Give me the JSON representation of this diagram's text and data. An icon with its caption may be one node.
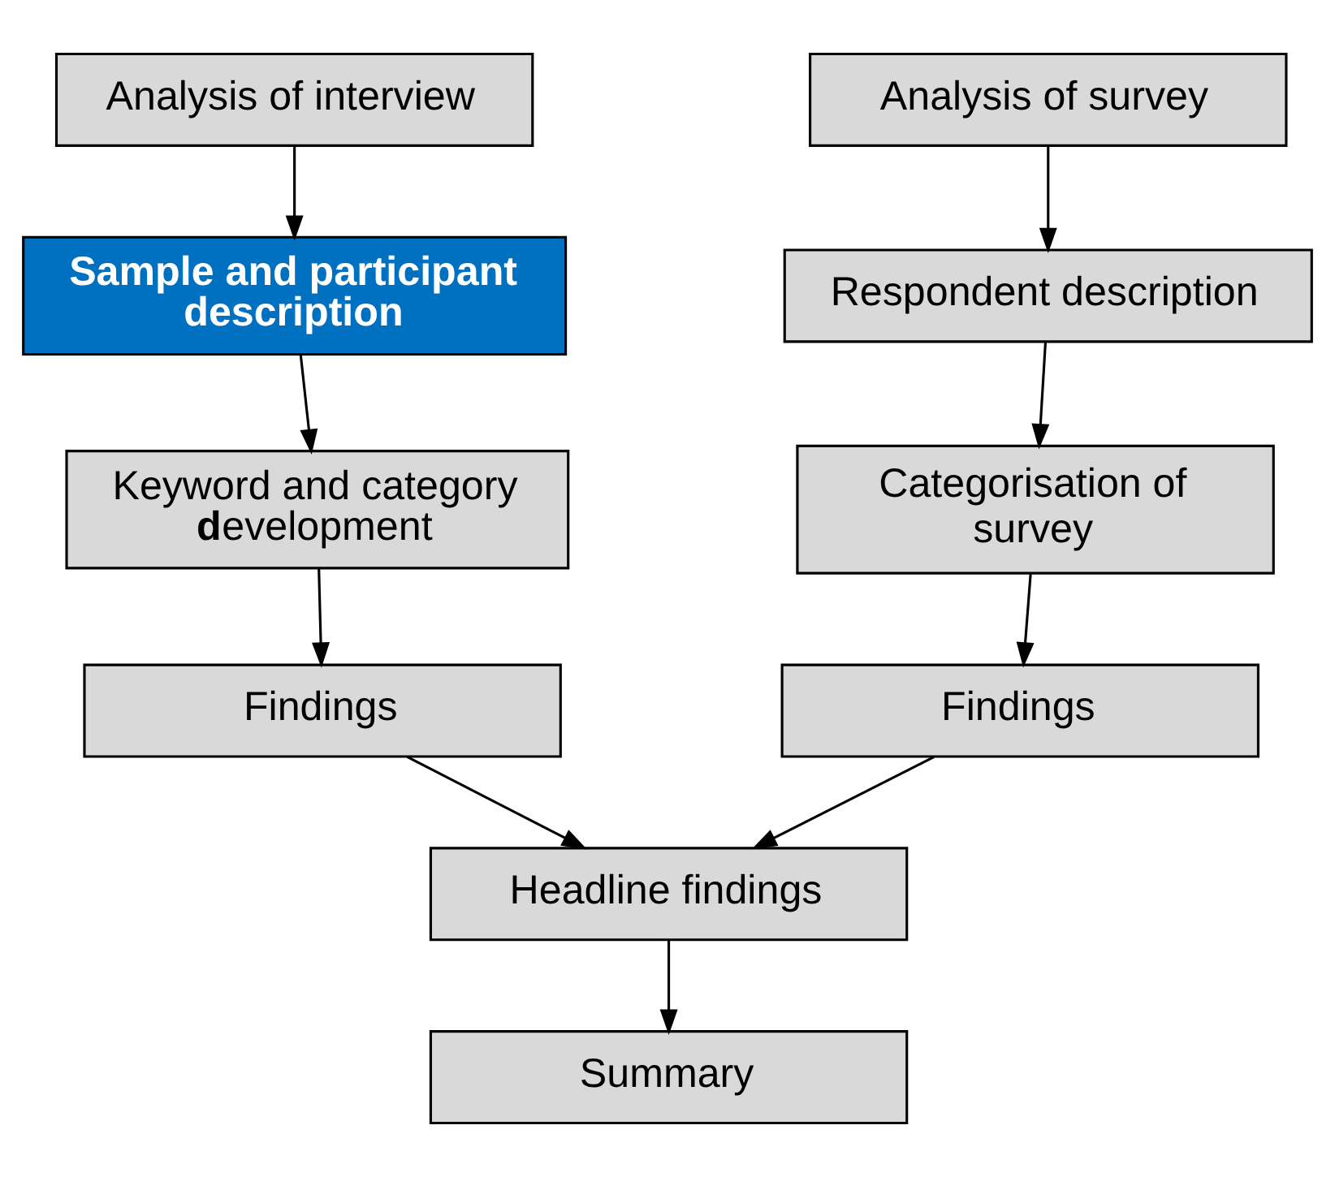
{
  "diagram": {
    "nodes": [
      {
        "text": [
          "Analysis of interview"
        ]
      },
      {
        "text": [
          "Sample and participant description"
        ]
      },
      {
        "text": [
          "Keyword and category **d**evelopment"
        ]
      },
      {
        "text": [
          "Findings"
        ]
      },
      {
        "text": [
          "Analysis of survey"
        ]
      },
      {
        "text": [
          "Respondent description"
        ]
      },
      {
        "text": [
          "Categorisation of survey"
        ]
      },
      {
        "text": [
          "Findings"
        ]
      },
      {
        "text": [
          "Headline findings"
        ]
      },
      {
        "text": [
          "Summary"
        ]
      }
    ],
    "edges": [
      {
        "from": 0,
        "to": 1,
        "arrow": "to"
      },
      {
        "from": 1,
        "to": 2,
        "arrow": "to"
      },
      {
        "from": 2,
        "to": 3,
        "arrow": "to"
      },
      {
        "from": 4,
        "to": 5,
        "arrow": "to"
      },
      {
        "from": 5,
        "to": 6,
        "arrow": "to"
      },
      {
        "from": 6,
        "to": 7,
        "arrow": "to"
      },
      {
        "from": 3,
        "to": 8,
        "arrow": "to"
      },
      {
        "from": 7,
        "to": 8,
        "arrow": "to"
      },
      {
        "from": 8,
        "to": 9,
        "arrow": "to"
      }
    ]
  }
}
